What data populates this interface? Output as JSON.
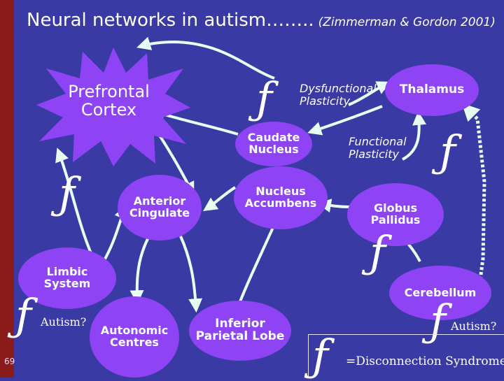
{
  "title": {
    "main": "Neural networks in autism……..",
    "citation": "(Zimmerman & Gordon 2001)"
  },
  "nodes": {
    "prefrontal": "Prefrontal Cortex",
    "thalamus": "Thalamus",
    "caudate": "Caudate Nucleus",
    "accumbens": "Nucleus Accumbens",
    "cingulate": "Anterior Cingulate",
    "globus": "Globus Pallidus",
    "limbic": "Limbic System",
    "cerebellum": "Cerebellum",
    "autonomic": "Autonomic Centres",
    "parietal": "Inferior Parietal Lobe"
  },
  "labels": {
    "dysfunctional": "Dysfunctional Plasticity",
    "functional": "Functional Plasticity",
    "autism_left": "Autism?",
    "autism_right": "Autism?",
    "legend": "=Disconnection Syndrome"
  },
  "glyph": "ƒ",
  "page_number": "69",
  "colors": {
    "background": "#3a3aa4",
    "node": "#8e44f5",
    "arrow": "#e6fff2",
    "sidebar": "#8b1a1a"
  }
}
